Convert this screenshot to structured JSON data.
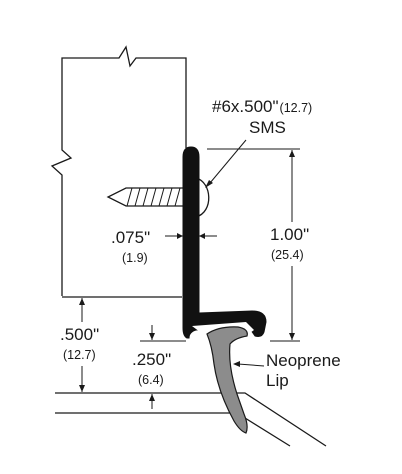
{
  "screw": {
    "spec": "#6x.500\"",
    "spec_metric": "(12.7)",
    "type": "SMS"
  },
  "thickness": {
    "value": ".075\"",
    "metric": "(1.9)"
  },
  "height": {
    "value": "1.00\"",
    "metric": "(25.4)"
  },
  "offset": {
    "value": ".500\"",
    "metric": "(12.7)"
  },
  "gap": {
    "value": ".250\"",
    "metric": "(6.4)"
  },
  "lip_label": {
    "line1": "Neoprene",
    "line2": "Lip"
  },
  "colors": {
    "profile": "#111111",
    "lip": "#8c8c8c",
    "line": "#1a1a1a"
  }
}
